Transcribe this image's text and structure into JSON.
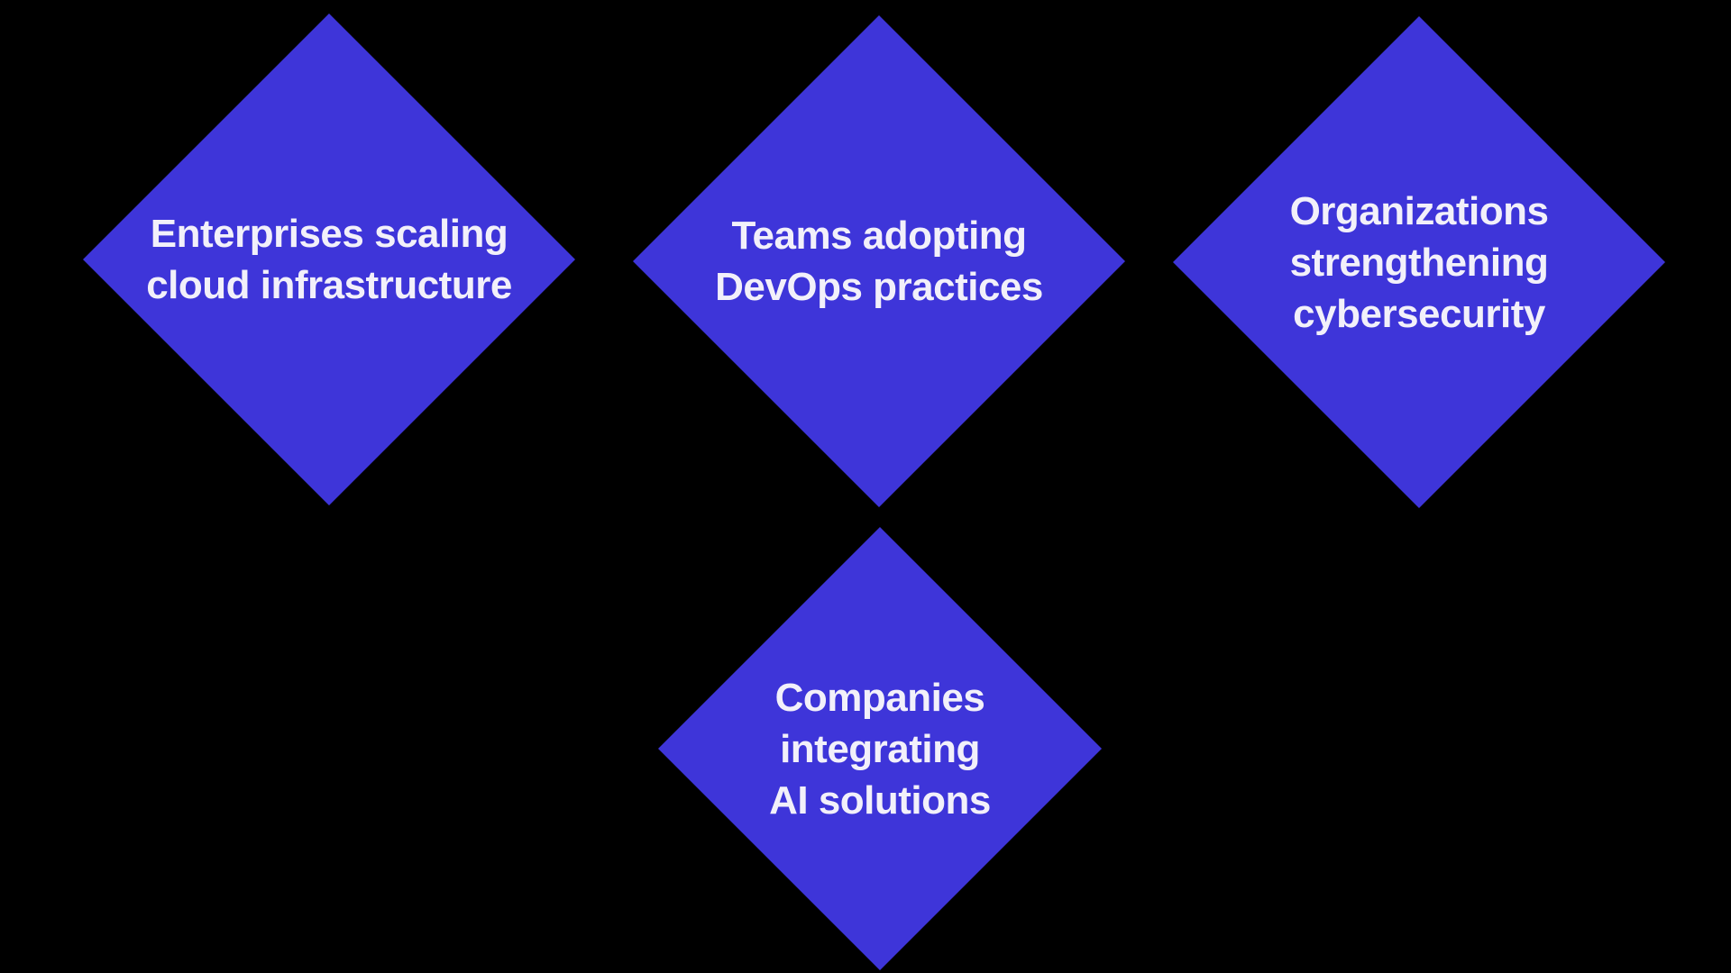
{
  "colors": {
    "background": "#000000",
    "diamond_fill": "#3e35d9",
    "text": "#f2f0fa"
  },
  "diagram": {
    "type": "diamond-grid",
    "shape_count": 4
  },
  "diamonds": [
    {
      "id": "enterprises-cloud",
      "lines": [
        "Enterprises scaling",
        "cloud infrastructure"
      ]
    },
    {
      "id": "teams-devops",
      "lines": [
        "Teams adopting",
        "DevOps practices"
      ]
    },
    {
      "id": "organizations-cybersecurity",
      "lines": [
        "Organizations",
        "strengthening",
        "cybersecurity"
      ]
    },
    {
      "id": "companies-ai",
      "lines": [
        "Companies",
        "integrating",
        "AI solutions"
      ]
    }
  ]
}
